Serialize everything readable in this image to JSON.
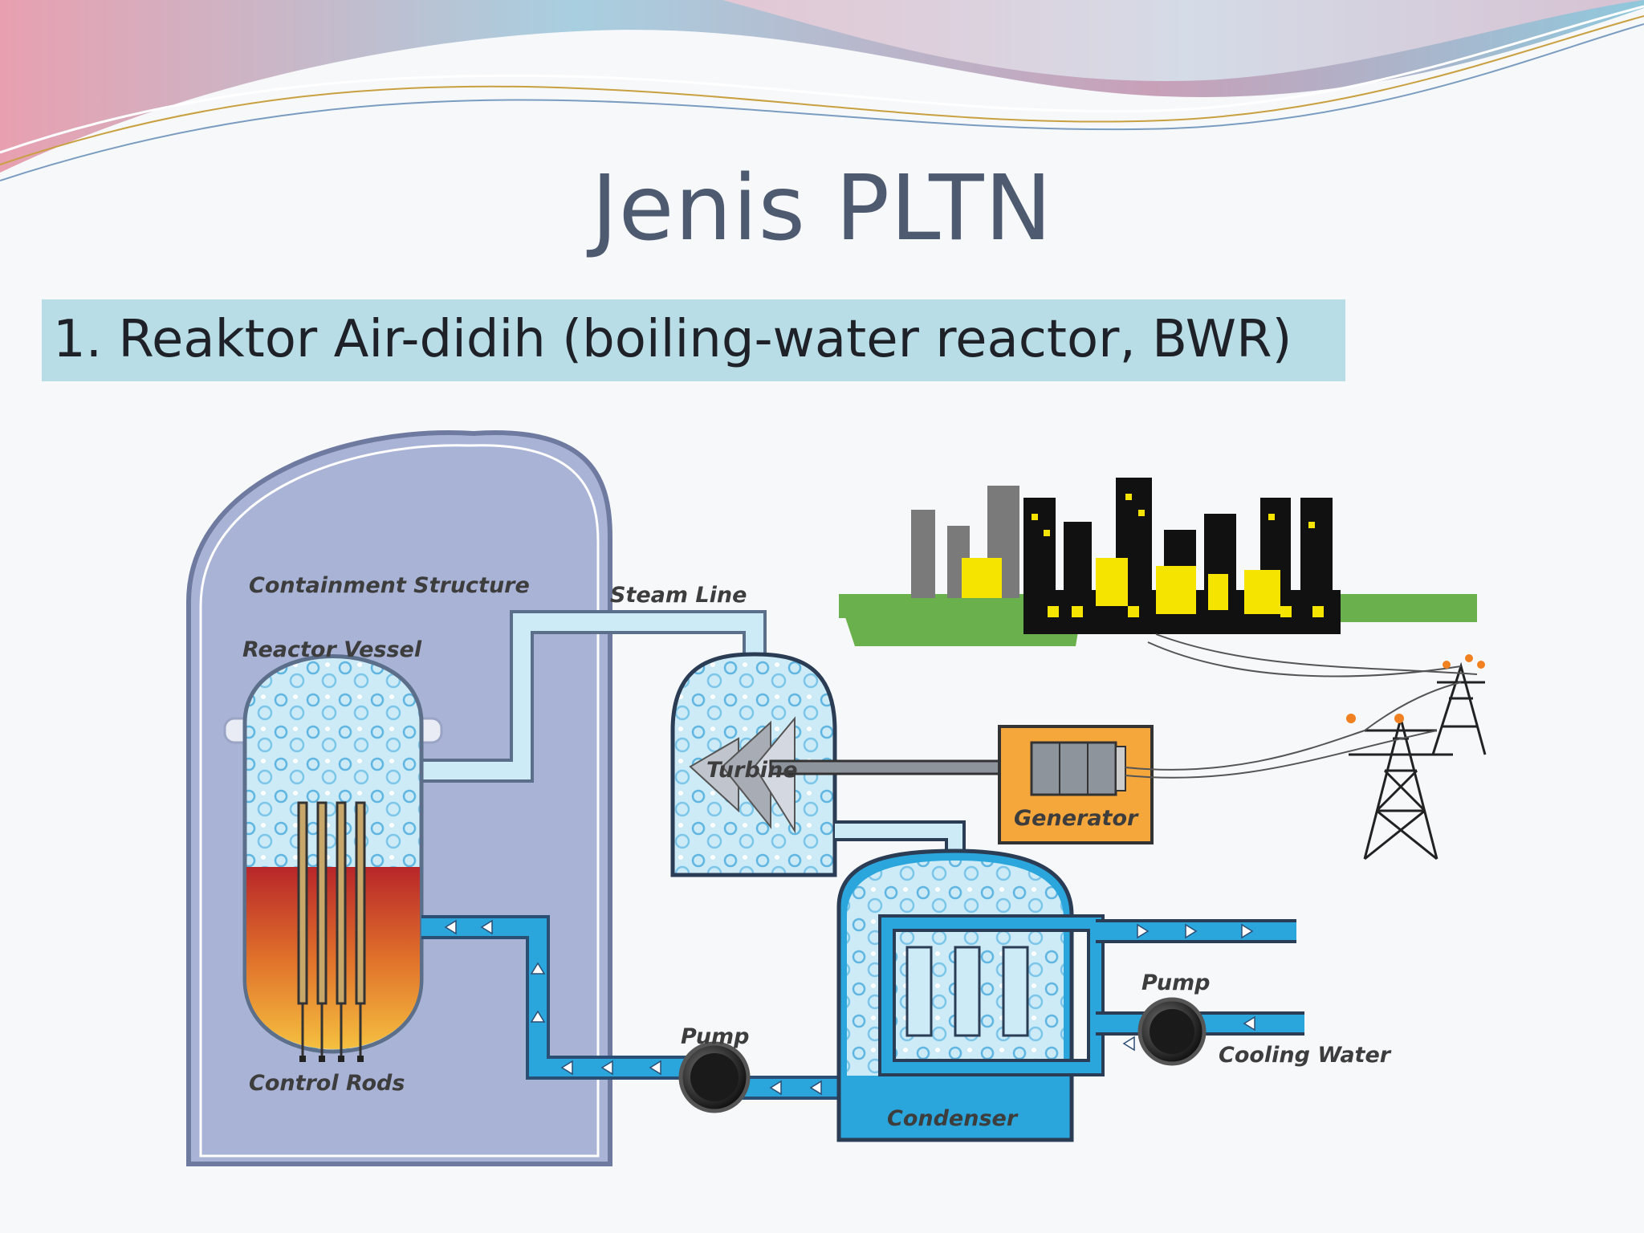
{
  "slide": {
    "title": "Jenis PLTN",
    "subtitle": "1. Reaktor Air-didih (boiling-water reactor, BWR)"
  },
  "diagram": {
    "labels": {
      "containment": "Containment Structure",
      "reactor_vessel": "Reactor Vessel",
      "control_rods": "Control Rods",
      "steam_line": "Steam Line",
      "turbine": "Turbine",
      "generator": "Generator",
      "pump_main": "Pump",
      "pump_cooling": "Pump",
      "condenser": "Condenser",
      "cooling_water": "Cooling Water"
    },
    "colors": {
      "containment": "#a9b3d6",
      "water": "#1ea0d8",
      "steam": "#bfe6f5",
      "core": "#c0392b",
      "generator": "#f5a73c",
      "city_accent": "#f5e400",
      "ground": "#6ab04c"
    }
  }
}
